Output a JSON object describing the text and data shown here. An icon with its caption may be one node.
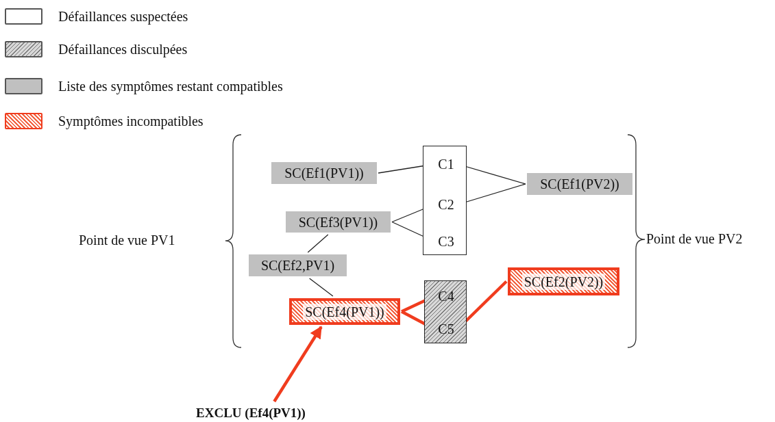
{
  "diagram": {
    "nodes": [
      {
        "text": [],
        "shape": "box"
      },
      {
        "text": [
          "C1"
        ],
        "in": 0
      },
      {
        "text": [
          "C2"
        ],
        "in": 0
      },
      {
        "text": [
          "C3"
        ],
        "in": 0
      },
      {
        "text": [
          "SC(Ef1(PV1))"
        ]
      },
      {
        "text": [
          "SC(Ef1(PV2))"
        ]
      },
      {
        "text": [
          "SC(Ef3(PV1))"
        ]
      },
      {
        "text": [
          "SC(Ef2,PV1)"
        ]
      },
      {
        "text": [],
        "shape": "box"
      },
      {
        "text": [
          "C4"
        ],
        "in": 8
      },
      {
        "text": [
          "C5"
        ],
        "in": 8
      },
      {
        "text": [
          "SC(Ef2(PV2))"
        ]
      },
      {
        "text": [
          "SC(Ef4(PV1))"
        ]
      },
      {
        "text": [
          "EXCLU (Ef4(PV1))"
        ]
      }
    ],
    "edges": [
      {
        "from": 4,
        "to": 1,
        "arrow": "none"
      },
      {
        "from": 1,
        "to": 5,
        "arrow": "none"
      },
      {
        "from": 2,
        "to": 5,
        "arrow": "none"
      },
      {
        "from": 6,
        "to": 2,
        "arrow": "none"
      },
      {
        "from": 6,
        "to": 3,
        "arrow": "none"
      },
      {
        "from": 6,
        "to": 7,
        "arrow": "none"
      },
      {
        "from": 7,
        "to": 12,
        "arrow": "none"
      },
      {
        "from": 12,
        "to": 9,
        "arrow": "none",
        "style": "thick",
        "color": "#f03c1e"
      },
      {
        "from": 12,
        "to": 10,
        "arrow": "none",
        "style": "thick",
        "color": "#f03c1e"
      },
      {
        "from": 10,
        "to": 11,
        "arrow": "none",
        "style": "thick",
        "color": "#f03c1e"
      },
      {
        "from": 13,
        "to": 12,
        "arrow": "to",
        "style": "thick",
        "color": "#f03c1e"
      }
    ],
    "labels": [
      "Point de vue PV1",
      "Point de vue PV2"
    ],
    "legend": [
      {
        "text": "Défaillances suspectées",
        "color": "#ffffff"
      },
      {
        "text": "Défaillances disculpées"
      },
      {
        "text": "Liste des symptômes restant compatibles",
        "color": "#c0c0c0"
      },
      {
        "text": "Symptômes incompatibles"
      }
    ]
  }
}
